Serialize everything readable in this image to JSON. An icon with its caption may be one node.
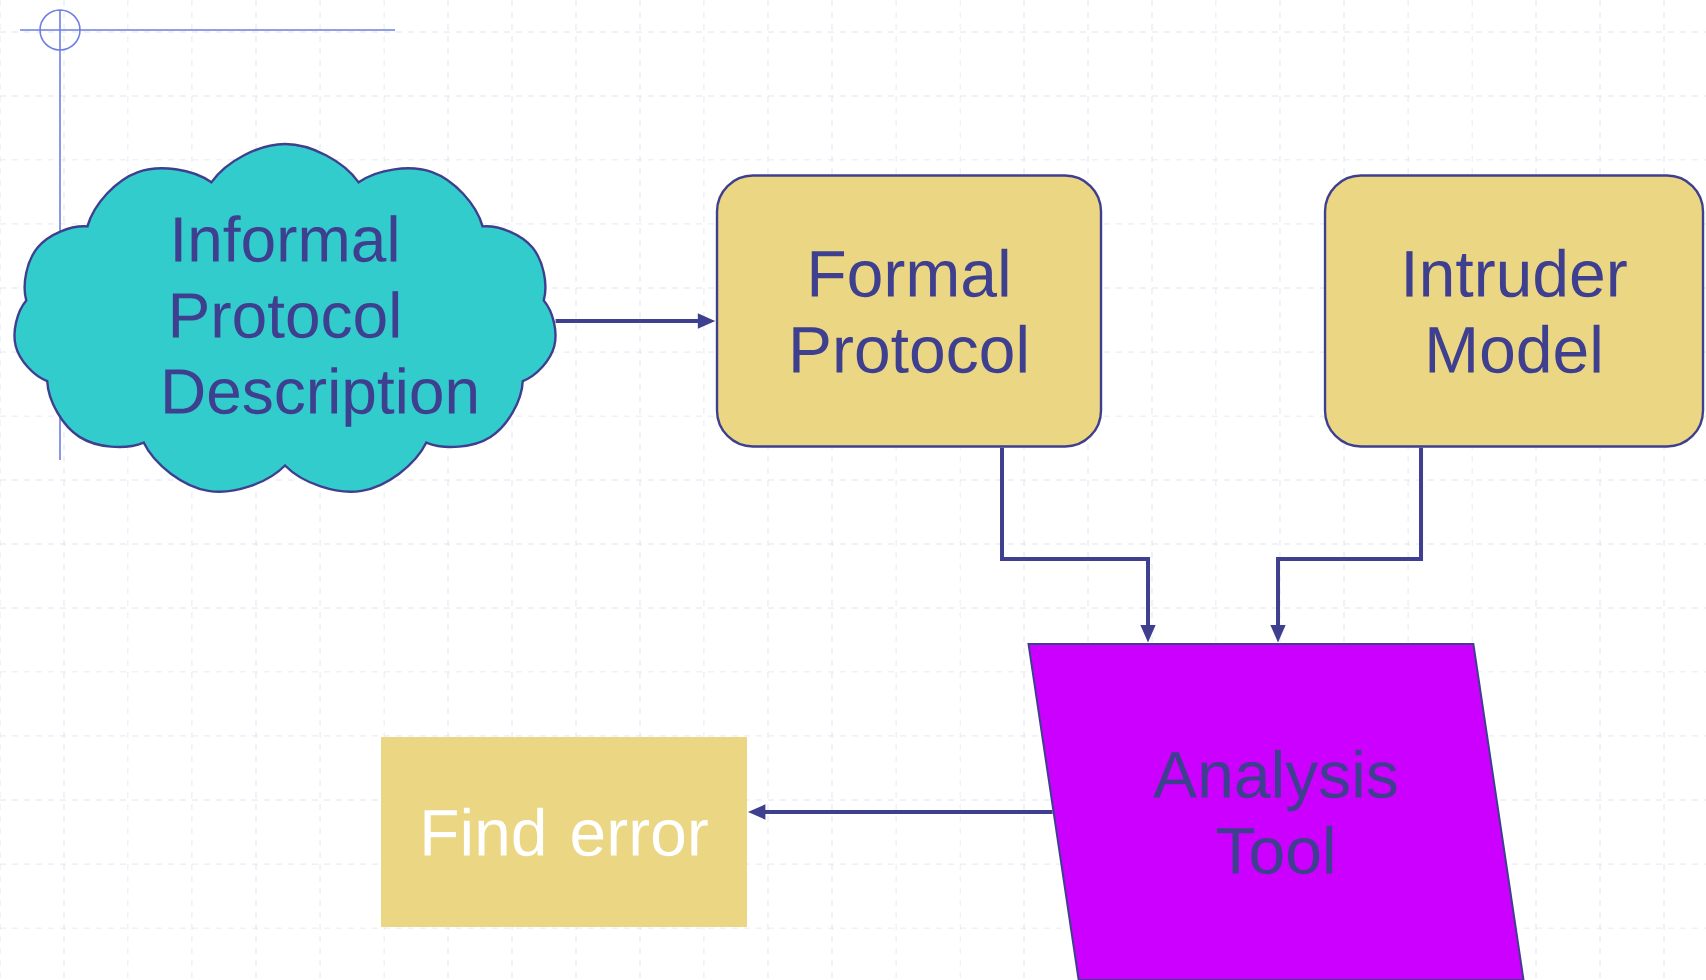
{
  "diagram": {
    "nodes": [
      {
        "text": [
          "Informal Protocol Description"
        ]
      },
      {
        "text": [
          "Formal Protocol"
        ]
      },
      {
        "text": [
          "Intruder Model"
        ]
      },
      {
        "text": [
          "Analysis Tool"
        ]
      },
      {
        "text": [
          "Find error"
        ]
      }
    ],
    "edges": [
      {
        "from": 0,
        "to": 1,
        "arrow": "to"
      },
      {
        "from": 1,
        "to": 3,
        "arrow": "to"
      },
      {
        "from": 2,
        "to": 3,
        "arrow": "to"
      },
      {
        "from": 3,
        "to": 4,
        "arrow": "to"
      }
    ]
  }
}
